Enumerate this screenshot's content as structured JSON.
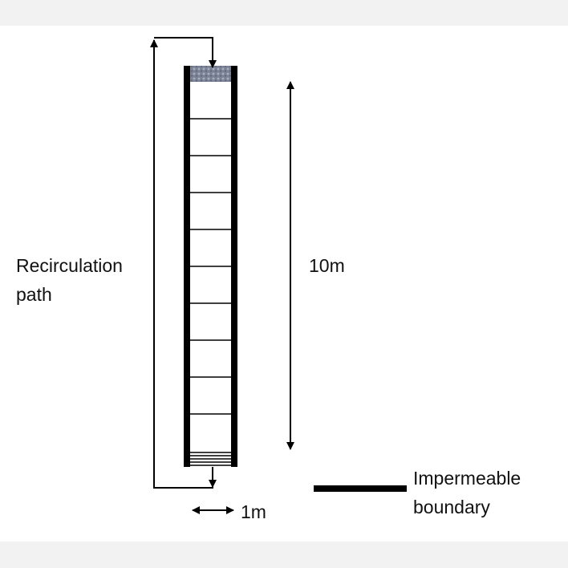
{
  "labels": {
    "recirculation_line1": "Recirculation",
    "recirculation_line2": "path",
    "height": "10m",
    "width": "1m",
    "legend_line1": "Impermeable",
    "legend_line2": "boundary"
  },
  "column": {
    "cells": 10
  },
  "colors": {
    "wall": "#000000",
    "top_layer": "#7a8296",
    "background": "#ffffff"
  }
}
